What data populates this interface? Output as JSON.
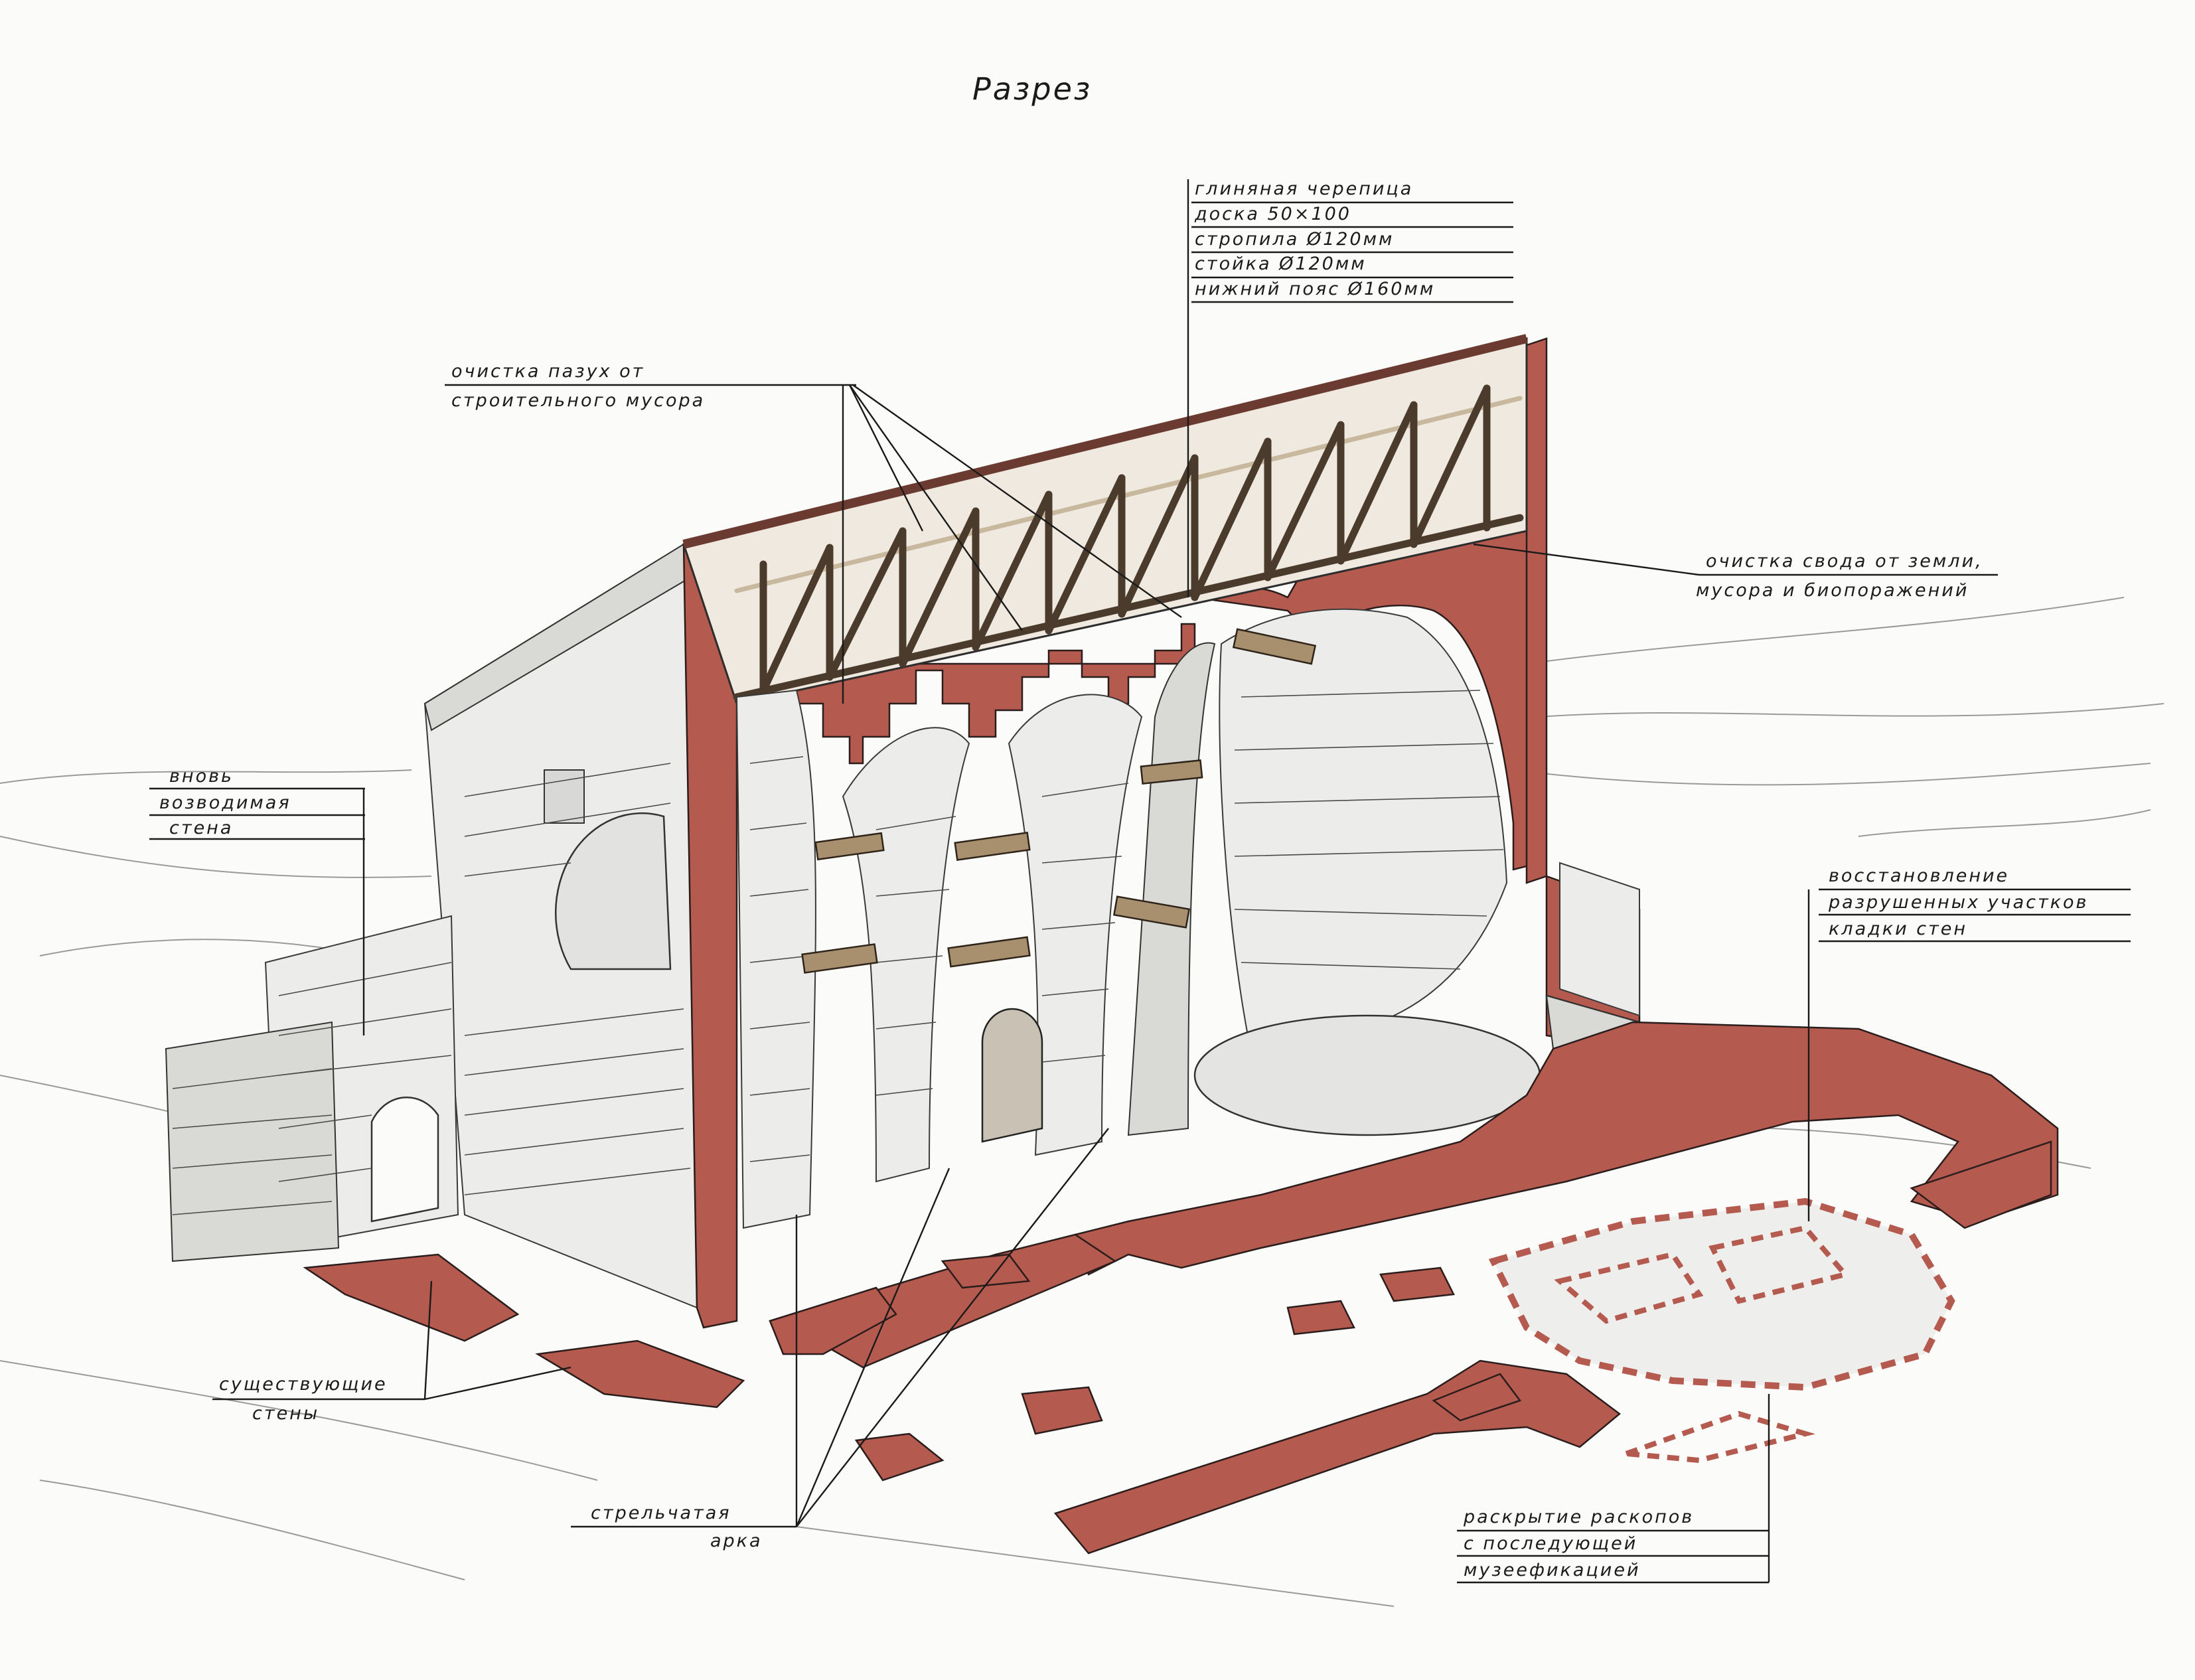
{
  "title": "Разрез",
  "labels": {
    "roof_layers": [
      "глиняная черепица",
      "доска 50×100",
      "стропила Ø120мм",
      "стойка Ø120мм",
      "нижний пояс Ø160мм"
    ],
    "cleaning_cavities": [
      "очистка пазух от",
      "строительного мусора"
    ],
    "cleaning_vault": [
      "очистка свода от земли,",
      "мусора и биопоражений"
    ],
    "new_wall": [
      "вновь",
      "возводимая",
      "стена"
    ],
    "restoration": [
      "восстановление",
      "разрушенных участков",
      "кладки стен"
    ],
    "existing_walls": [
      "существующие",
      "стены"
    ],
    "pointed_arch": [
      "стрельчатая",
      "арка"
    ],
    "excavation": [
      "раскрытие раскопов",
      "с последующей",
      "музеефикацией"
    ]
  },
  "colors": {
    "section_cut": "#b55a4f",
    "timber": "#a8906e",
    "stone": "#ececea",
    "ink": "#1b1b1b"
  }
}
